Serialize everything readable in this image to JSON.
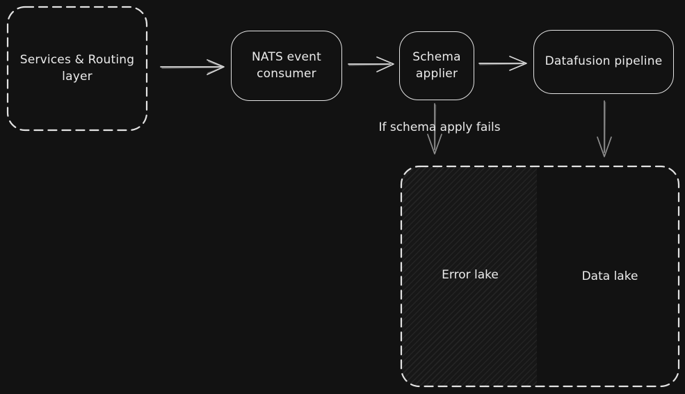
{
  "colors": {
    "background": "#121212",
    "stroke": "#e3e3e3",
    "text": "#ebebeb",
    "arrow": "#dadada",
    "arrow_muted": "#8f8f8f",
    "hatch_base": "#171717",
    "hatch_line": "#242424"
  },
  "nodes": {
    "services_routing": {
      "label": "Services & Routing\nlayer",
      "border": "dashed"
    },
    "nats_consumer": {
      "label": "NATS event\nconsumer",
      "border": "solid"
    },
    "schema_applier": {
      "label": "Schema\napplier",
      "border": "solid"
    },
    "datafusion_pipeline": {
      "label": "Datafusion pipeline",
      "border": "solid"
    },
    "lake_container": {
      "border": "dashed"
    },
    "error_lake": {
      "label": "Error lake",
      "fill": "hatched"
    },
    "data_lake": {
      "label": "Data lake",
      "fill": "none"
    }
  },
  "edges": [
    {
      "from": "services_routing",
      "to": "nats_consumer",
      "label": ""
    },
    {
      "from": "nats_consumer",
      "to": "schema_applier",
      "label": ""
    },
    {
      "from": "schema_applier",
      "to": "datafusion_pipeline",
      "label": ""
    },
    {
      "from": "schema_applier",
      "to": "error_lake",
      "label": "If schema apply fails"
    },
    {
      "from": "datafusion_pipeline",
      "to": "data_lake",
      "label": ""
    }
  ]
}
